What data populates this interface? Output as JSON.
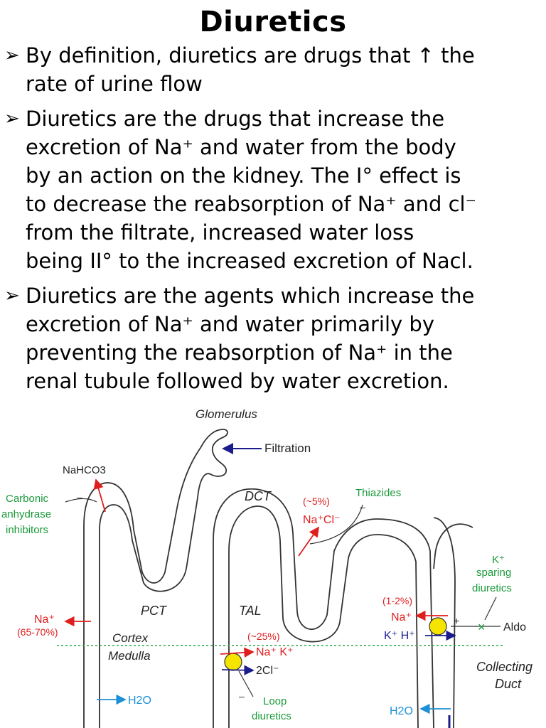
{
  "title": "Diuretics",
  "bullets": [
    {
      "lines": [
        "By definition, diuretics are drugs that ↑ the",
        "rate of urine flow"
      ]
    },
    {
      "lines": [
        "Diuretics are the drugs that increase the",
        "excretion of Na⁺ and water from the body",
        "by an action on the kidney. The I° effect is",
        "to decrease the reabsorption of Na⁺ and cl⁻",
        "from the filtrate, increased water loss",
        "being II° to the increased excretion of Nacl."
      ]
    },
    {
      "lines": [
        "Diuretics are the agents which increase the",
        "excretion of Na⁺ and water primarily by",
        "preventing the reabsorption of Na⁺ in the",
        "renal tubule followed by water excretion."
      ]
    }
  ],
  "diagram": {
    "glomerulus": "Glomerulus",
    "filtration": "Filtration",
    "nahco3": "NaHCO3",
    "carbonic_1": "Carbonic",
    "carbonic_2": "anhydrase",
    "carbonic_3": "inhibitors",
    "dct": "DCT",
    "pct": "PCT",
    "tal": "TAL",
    "cortex": "Cortex",
    "medulla": "Medulla",
    "collecting_1": "Collecting",
    "collecting_2": "Duct",
    "thiazides": "Thiazides",
    "dct_pct": "(~5%)",
    "dct_nacl": "Na⁺Cl⁻",
    "pct_na": "Na⁺",
    "pct_pct": "(65-70%)",
    "tal_pct": "(~25%)",
    "tal_nak": "Na⁺ K⁺",
    "tal_2cl": "2Cl⁻",
    "loop_1": "Loop",
    "loop_2": "diuretics",
    "h2o_left": "H2O",
    "h2o_right": "H2O",
    "cd_pct": "(1-2%)",
    "cd_na": "Na⁺",
    "cd_kh": "K⁺ H⁺",
    "ksp_1": "K⁺",
    "ksp_2": "sparing",
    "ksp_3": "diuretics",
    "aldo": "Aldo",
    "plus1": "+",
    "plus2": "+",
    "minus1": "–",
    "minus2": "–",
    "minus3": "–"
  },
  "colors": {
    "red": "#e01e1e",
    "green": "#1a9a3a",
    "blue": "#1e90d8",
    "navy": "#1c1c8c",
    "yellow": "#f5e400"
  }
}
